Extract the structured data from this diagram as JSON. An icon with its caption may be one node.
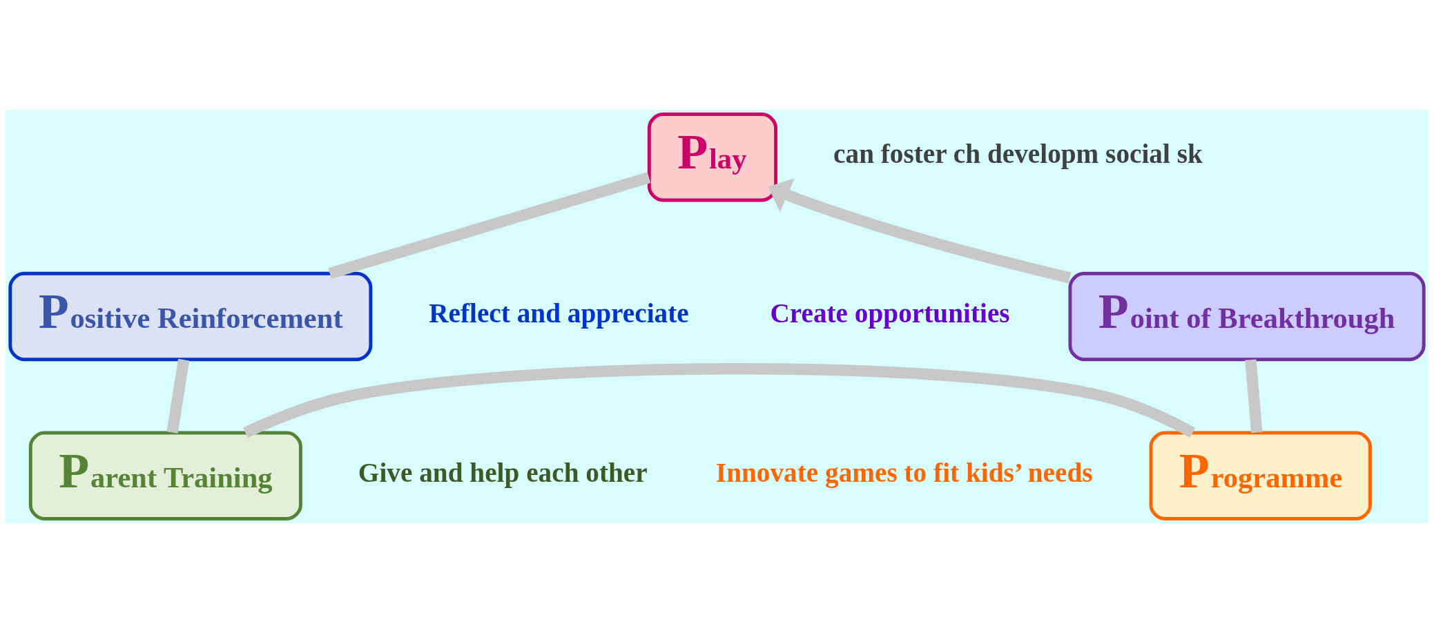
{
  "diagram": {
    "nodes": [
      {
        "text": [
          "Play"
        ]
      },
      {
        "text": [
          "Positive Reinforcement"
        ],
        "beside": [
          "Reflect and appreciate"
        ]
      },
      {
        "text": [
          "Parent Training"
        ],
        "beside": [
          "Give and help each other"
        ]
      },
      {
        "text": [
          "Programme"
        ],
        "beside": [
          "Innovate games to fit kids’ needs"
        ]
      },
      {
        "text": [
          "Point of Breakthrough"
        ],
        "beside": [
          "Create opportunities"
        ]
      }
    ],
    "edges": [
      {
        "from": 0,
        "to": 1,
        "arrow": "none"
      },
      {
        "from": 1,
        "to": 2,
        "arrow": "none"
      },
      {
        "from": 2,
        "to": 3,
        "arrow": "none"
      },
      {
        "from": 3,
        "to": 4,
        "arrow": "none"
      },
      {
        "from": 4,
        "to": 0,
        "arrow": "to"
      }
    ],
    "labels": [
      "can foster ch developm social sk"
    ]
  }
}
